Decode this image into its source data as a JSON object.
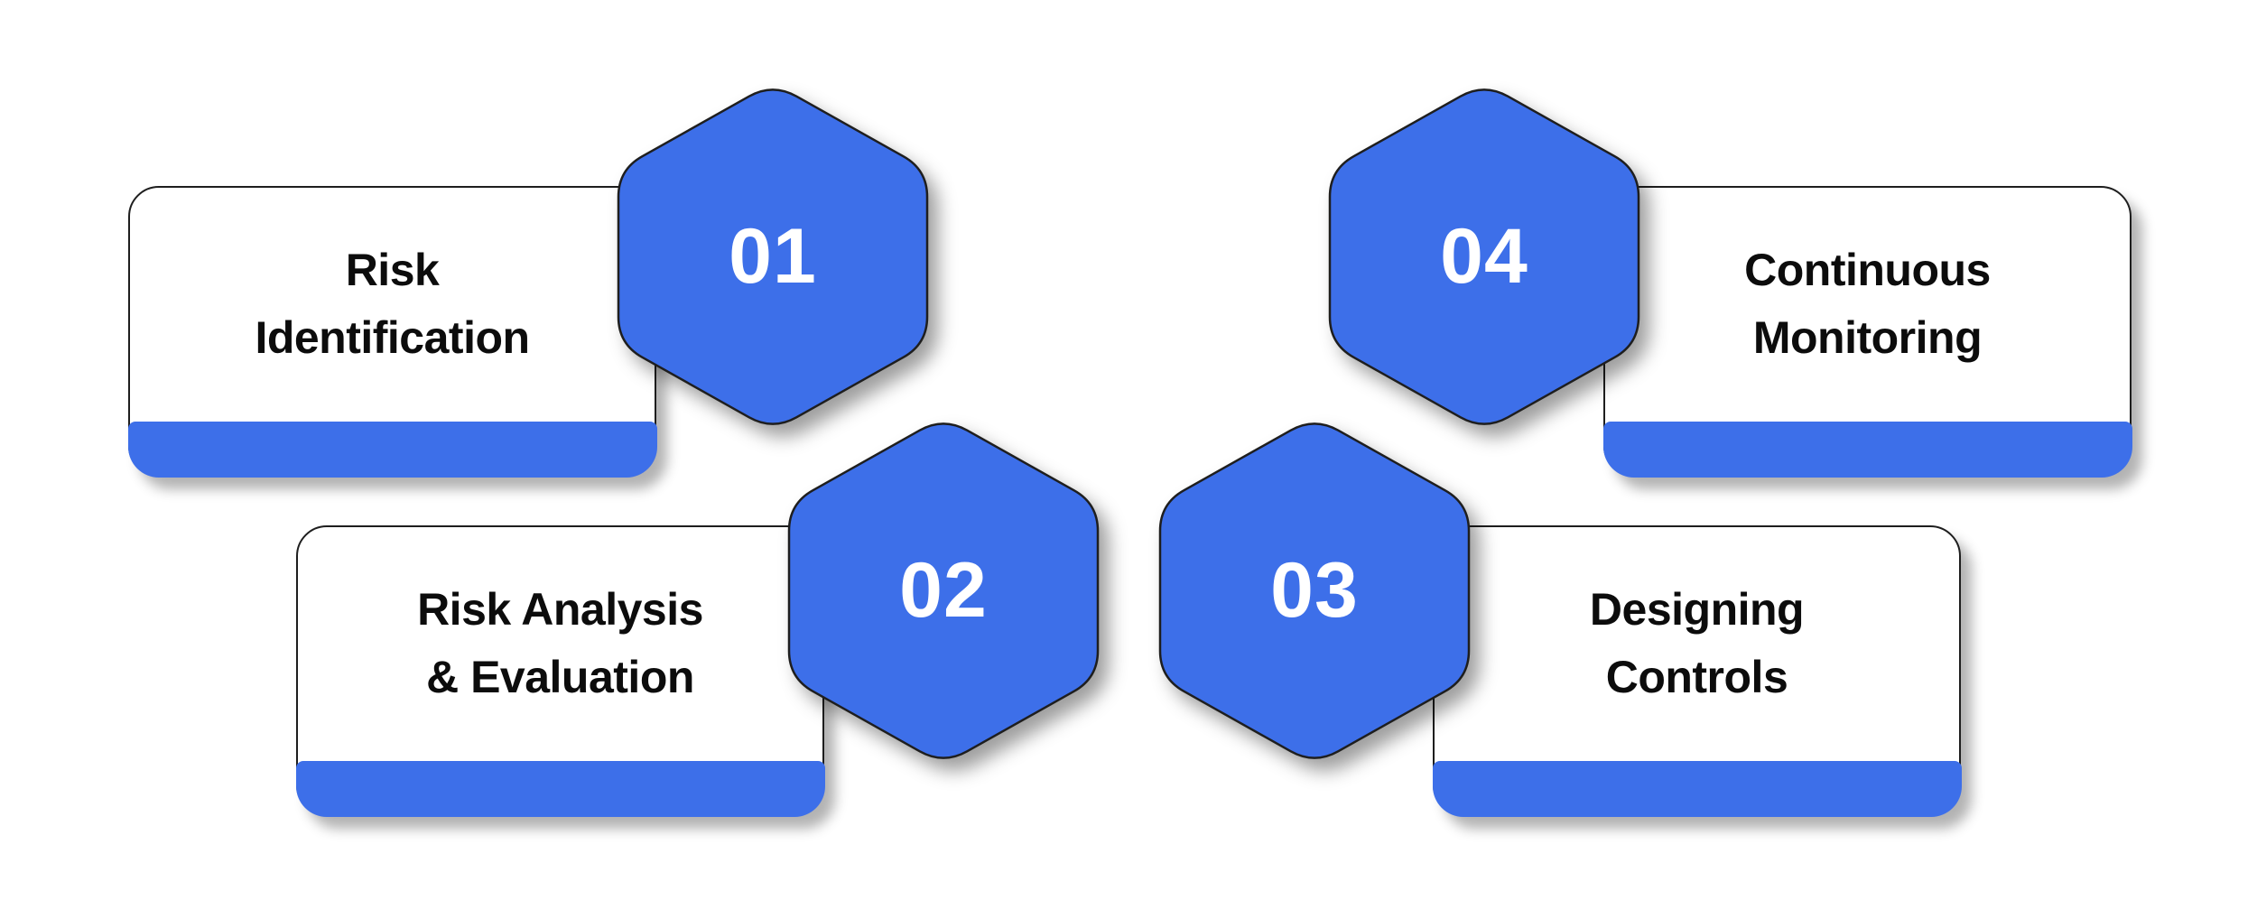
{
  "steps": [
    {
      "number": "01",
      "line1": "Risk",
      "line2": "Identification"
    },
    {
      "number": "02",
      "line1": "Risk Analysis",
      "line2": "& Evaluation"
    },
    {
      "number": "03",
      "line1": "Designing",
      "line2": "Controls"
    },
    {
      "number": "04",
      "line1": "Continuous",
      "line2": "Monitoring"
    }
  ],
  "colors": {
    "accent": "#3D6FE9",
    "outline": "#1E1E1E",
    "label_text": "#0C0C0C",
    "number_text": "#FFFFFF",
    "card_bg": "#FFFFFF",
    "page_bg": "#FFFFFF"
  }
}
